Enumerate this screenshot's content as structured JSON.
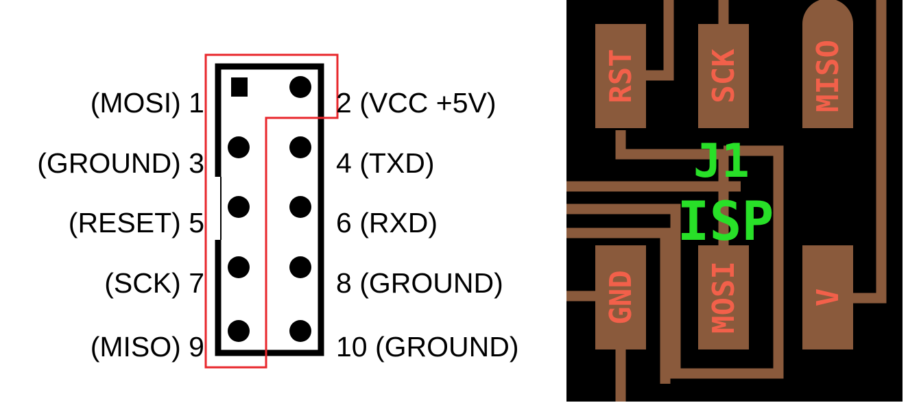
{
  "header_pinout": {
    "left_labels": [
      "(MOSI) 1",
      "(GROUND) 3",
      "(RESET) 5",
      "(SCK) 7",
      "(MISO) 9"
    ],
    "right_labels": [
      "2 (VCC +5V)",
      "4 (TXD)",
      "6 (RXD)",
      "8 (GROUND)",
      "10 (GROUND)"
    ],
    "highlight_color": "#e8262b"
  },
  "pcb_layout": {
    "designator": "J1",
    "footprint_name": "ISP",
    "pads_top": [
      "RST",
      "SCK",
      "MISO"
    ],
    "pads_bottom": [
      "GND",
      "MOSI",
      "V"
    ],
    "colors": {
      "board": "#000000",
      "copper": "#8a5a3c",
      "pad_text": "#f2604a",
      "silkscreen": "#28e028"
    }
  }
}
